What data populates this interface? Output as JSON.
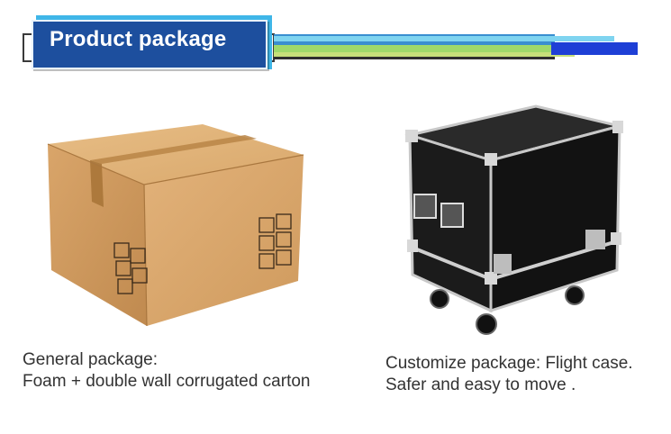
{
  "header": {
    "title": "Product package"
  },
  "left_panel": {
    "image_icon": "cardboard-box-icon",
    "caption_line1": "General package:",
    "caption_line2": "Foam + double wall corrugated carton"
  },
  "right_panel": {
    "image_icon": "flight-case-icon",
    "caption_line1": "Customize package: Flight case.",
    "caption_line2": "Safer and easy to move ."
  },
  "colors": {
    "banner_blue": "#1d4f9e",
    "stripe_cyan": "#7fd4f0",
    "stripe_green": "#9fd96a",
    "stripe_dark_blue": "#1e3fd6"
  }
}
